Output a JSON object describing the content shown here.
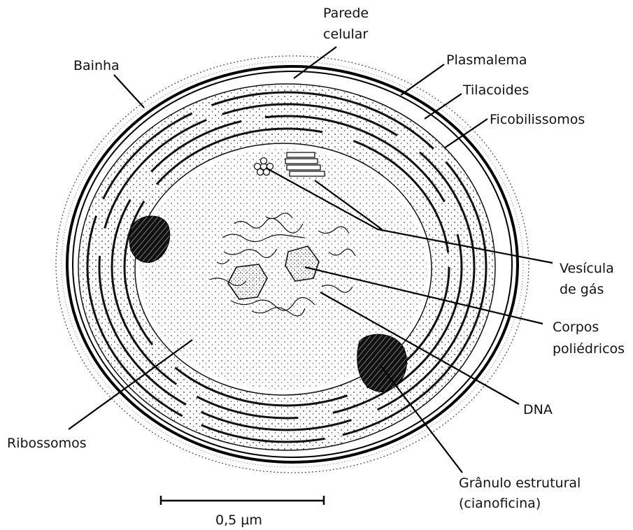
{
  "labels": {
    "parede_celular_line1": "Parede",
    "parede_celular_line2": "celular",
    "bainha": "Bainha",
    "plasmalema": "Plasmalema",
    "tilacoides": "Tilacoides",
    "ficobilissomos": "Ficobilissomos",
    "vesicula_line1": "Vesícula",
    "vesicula_line2": "de gás",
    "corpos_line1": "Corpos",
    "corpos_line2": "poliédricos",
    "dna": "DNA",
    "granulo_line1": "Grânulo estrutural",
    "granulo_line2": "(cianoficina)",
    "ribossomos": "Ribossomos"
  },
  "scale_bar": {
    "label": "0,5 µm"
  }
}
